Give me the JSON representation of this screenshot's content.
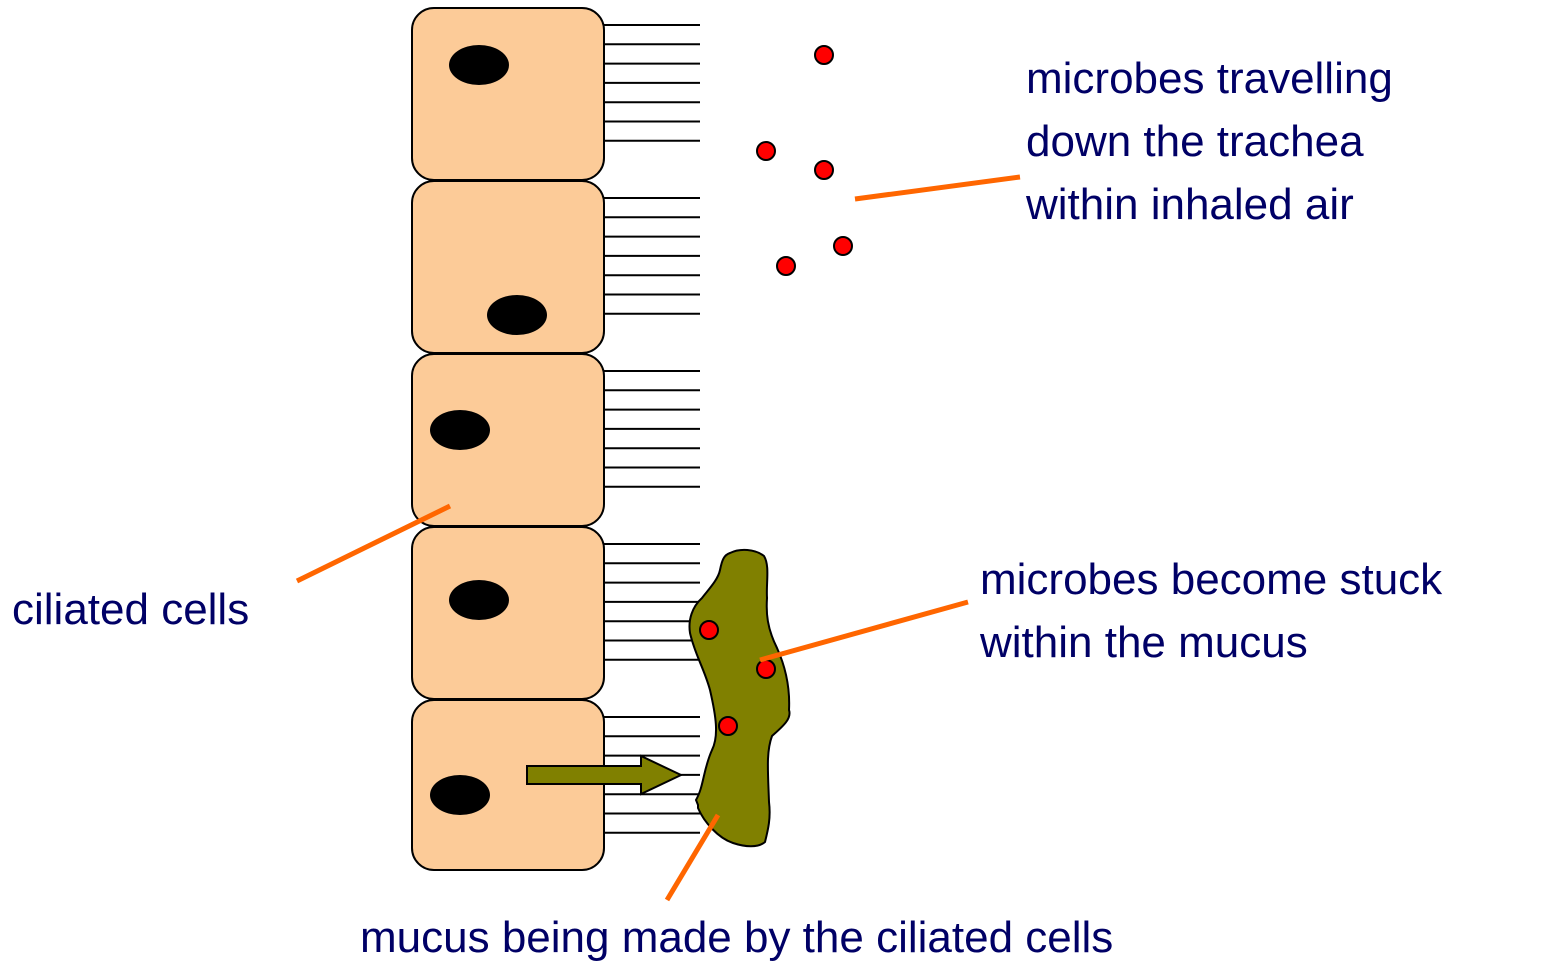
{
  "labels": {
    "microbes_travelling": [
      "microbes travelling",
      "down the trachea",
      "within inhaled air"
    ],
    "ciliated_cells": "ciliated cells",
    "microbes_stuck": [
      "microbes become stuck",
      "within the mucus"
    ],
    "mucus_made": "mucus being made by the ciliated cells"
  },
  "cells": {
    "count": 5,
    "nucleus_positions": [
      "upper-left",
      "lower-right",
      "left",
      "left",
      "lower-left"
    ],
    "cilia_per_cell": 7
  },
  "microbes": {
    "airborne_count": 5,
    "in_mucus_count": 3
  },
  "colors": {
    "cell_fill": "#FCCB98",
    "nucleus": "#000000",
    "microbe": "#FF0000",
    "mucus": "#808000",
    "leader_line": "#FF6600",
    "text": "#000066"
  }
}
